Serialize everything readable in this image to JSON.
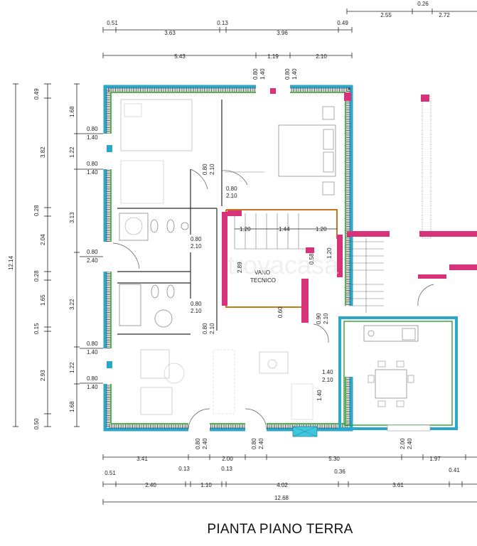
{
  "title": "PIANTA PIANO TERRA",
  "watermark": "trovacasa",
  "colors": {
    "insulation": "#2aa7c9",
    "green_line": "#2aa22a",
    "new_wall": "#d8337a",
    "tech_room": "#c9731e",
    "window_glass": "#3fc7e0"
  },
  "top_dims": {
    "row0": [
      "0.26",
      "2.55",
      "2.72"
    ],
    "row1": [
      "0.51",
      "3.63",
      "0.13",
      "3.96",
      "0.49"
    ],
    "row2": [
      "5.43",
      "1.19",
      "2.10"
    ],
    "openings": [
      [
        "0.80",
        "1.40"
      ],
      [
        "0.80",
        "1.40"
      ]
    ]
  },
  "left_outer": [
    "12.14",
    "0.49",
    "3.82",
    "0.28",
    "2.04",
    "0.28",
    "1.65",
    "0.15",
    "2.93",
    "0.50"
  ],
  "left_inner": [
    "1.68",
    "1.22",
    "3.13",
    "3.22",
    "1.22",
    "1.68"
  ],
  "left_openings": [
    [
      "0.80",
      "1.40"
    ],
    [
      "0.80",
      "1.40"
    ],
    [
      "0.80",
      "2.40"
    ],
    [
      "0.80",
      "1.40"
    ],
    [
      "0.80",
      "1.40"
    ]
  ],
  "bottom_dims": {
    "row1": [
      "3.41",
      "2.00",
      "5.30",
      "1.97"
    ],
    "row2": [
      "0.51",
      "0.13",
      "0.13",
      "0.36",
      "0.41"
    ],
    "row3": [
      "2.40",
      "1.10",
      "4.02",
      "3.61"
    ],
    "total": "12.68",
    "openings": [
      [
        "0.80",
        "2.40"
      ],
      [
        "0.80",
        "2.40"
      ],
      [
        "2.00",
        "2.40"
      ]
    ]
  },
  "inner": {
    "door_bed": [
      "0.80",
      "2.10"
    ],
    "door_bed2": [
      "0.80",
      "2.10"
    ],
    "door_bath1": [
      "0.80",
      "2.10"
    ],
    "door_bath2": [
      "0.80",
      "2.10"
    ],
    "door_hall": [
      "0.80",
      "2.10"
    ],
    "door_kitchen": [
      "0.90",
      "2.10"
    ],
    "pass": [
      "1.40",
      "2.10"
    ],
    "stair": [
      "1.20",
      "1.44",
      "1.20"
    ],
    "tech_h": "2.89",
    "tech_v": "0.58",
    "tech_v2": "1.20",
    "niche": "0.60",
    "kitchen_side": "1.40",
    "tech_label": [
      "VANO",
      "TECNICO"
    ]
  }
}
